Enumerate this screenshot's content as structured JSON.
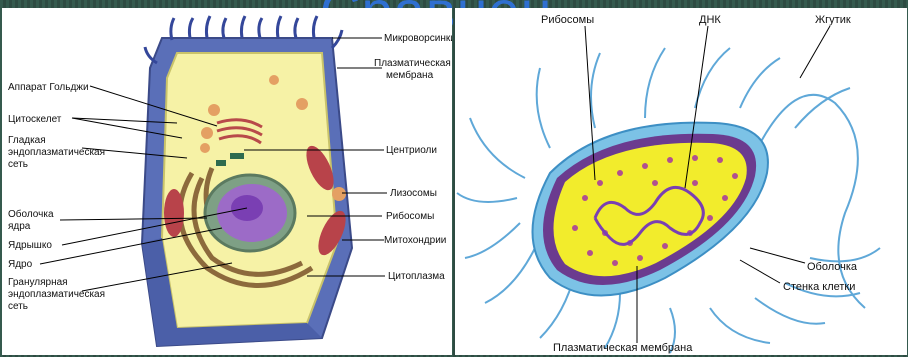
{
  "partial_title": "Сравнен",
  "animal_cell": {
    "labels": {
      "microvilli": "Микроворсинки",
      "plasma_membrane_1": "Плазматическая",
      "plasma_membrane_2": "мембрана",
      "golgi": "Аппарат Гольджи",
      "cytoskeleton": "Цитоскелет",
      "smooth_er_1": "Гладкая",
      "smooth_er_2": "эндоплазматическая",
      "smooth_er_3": "сеть",
      "centrioles": "Центриоли",
      "lysosomes": "Лизосомы",
      "nuclear_envelope_1": "Оболочка",
      "nuclear_envelope_2": "ядра",
      "ribosomes": "Рибосомы",
      "nucleolus": "Ядрышко",
      "mitochondria": "Митохондрии",
      "nucleus": "Ядро",
      "rough_er_1": "Гранулярная",
      "rough_er_2": "эндоплазматическая",
      "rough_er_3": "сеть",
      "cytoplasm": "Цитоплазма"
    }
  },
  "bacterium": {
    "labels": {
      "ribosomes": "Рибосомы",
      "dna": "ДНК",
      "flagellum": "Жгутик",
      "capsule": "Оболочка",
      "cell_wall": "Стенка клетки",
      "plasma_membrane": "Плазматическая мембрана"
    }
  }
}
